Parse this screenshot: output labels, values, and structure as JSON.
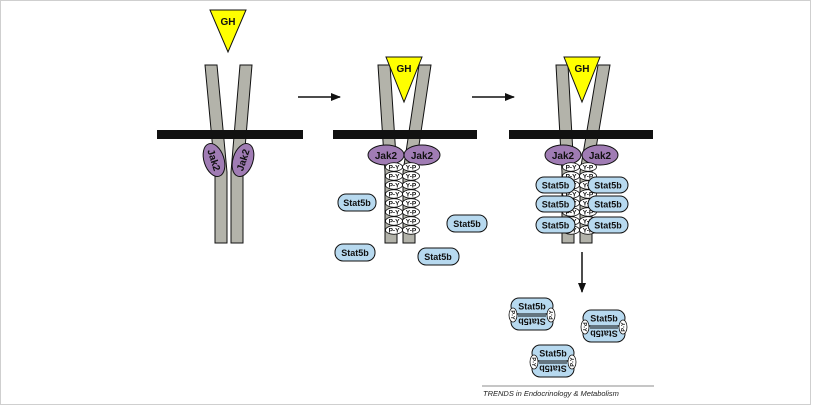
{
  "labels": {
    "hormone": "GH",
    "kinase": "Jak2",
    "stat": "Stat5b",
    "phospho_left": "P-Y",
    "phospho_right": "Y-P",
    "phospho_pair": "P-Y"
  },
  "source_credit": "TRENDS in Endocrinology & Metabolism",
  "colors": {
    "hormone": "#ffff00",
    "receptor": "#b3b3aa",
    "membrane": "#111111",
    "jak2": "#a07cb4",
    "stat5b": "#b7d9ef",
    "outline": "#111111"
  }
}
